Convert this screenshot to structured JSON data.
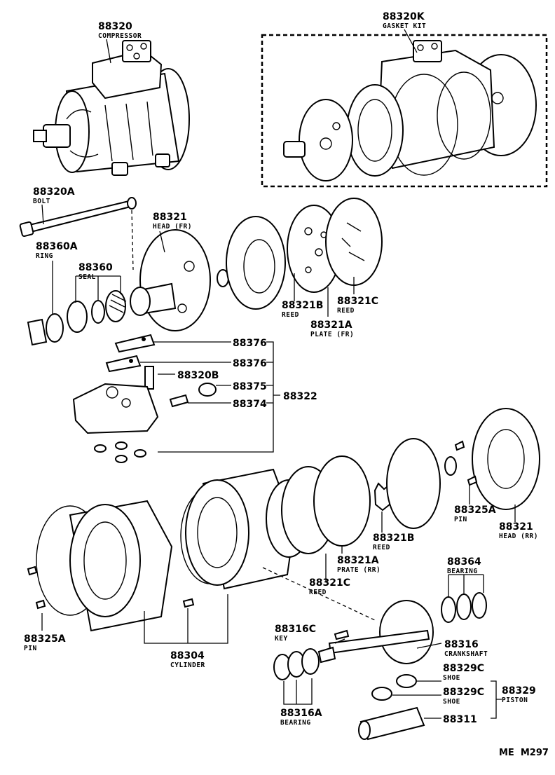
{
  "diagram": {
    "labels": [
      {
        "id": "compressor",
        "number": "88320",
        "name": "COMPRESSOR"
      },
      {
        "id": "gasket_kit",
        "number": "88320K",
        "name": "GASKET KIT"
      },
      {
        "id": "bolt",
        "number": "88320A",
        "name": "BOLT"
      },
      {
        "id": "head_fr",
        "number": "88321",
        "name": "HEAD (FR)"
      },
      {
        "id": "ring",
        "number": "88360A",
        "name": "RING"
      },
      {
        "id": "seal",
        "number": "88360",
        "name": "SEAL"
      },
      {
        "id": "reed_b",
        "number": "88321B",
        "name": "REED"
      },
      {
        "id": "reed_c_top",
        "number": "88321C",
        "name": "REED"
      },
      {
        "id": "plate_fr",
        "number": "88321A",
        "name": "PLATE (FR)"
      },
      {
        "id": "p88376a",
        "number": "88376",
        "name": ""
      },
      {
        "id": "p88376b",
        "number": "88376",
        "name": ""
      },
      {
        "id": "p88320b",
        "number": "88320B",
        "name": ""
      },
      {
        "id": "p88375",
        "number": "88375",
        "name": ""
      },
      {
        "id": "p88374",
        "number": "88374",
        "name": ""
      },
      {
        "id": "p88322",
        "number": "88322",
        "name": ""
      },
      {
        "id": "pin_right",
        "number": "88325A",
        "name": "PIN"
      },
      {
        "id": "head_rr",
        "number": "88321",
        "name": "HEAD (RR)"
      },
      {
        "id": "reed_b_low",
        "number": "88321B",
        "name": "REED"
      },
      {
        "id": "plate_rr",
        "number": "88321A",
        "name": "PRATE (RR)"
      },
      {
        "id": "reed_c_low",
        "number": "88321C",
        "name": "REED"
      },
      {
        "id": "bearing_top",
        "number": "88364",
        "name": "BEARING"
      },
      {
        "id": "pin_left",
        "number": "88325A",
        "name": "PIN"
      },
      {
        "id": "cylinder",
        "number": "88304",
        "name": "CYLINDER"
      },
      {
        "id": "key",
        "number": "88316C",
        "name": "KEY"
      },
      {
        "id": "crankshaft",
        "number": "88316",
        "name": "CRANKSHAFT"
      },
      {
        "id": "shoe_a",
        "number": "88329C",
        "name": "SHOE"
      },
      {
        "id": "shoe_b",
        "number": "88329C",
        "name": "SHOE"
      },
      {
        "id": "piston",
        "number": "88329",
        "name": "PISTON"
      },
      {
        "id": "bearing_low",
        "number": "88316A",
        "name": "BEARING"
      },
      {
        "id": "p88311",
        "number": "88311",
        "name": ""
      }
    ],
    "footer": "ME  M297"
  }
}
